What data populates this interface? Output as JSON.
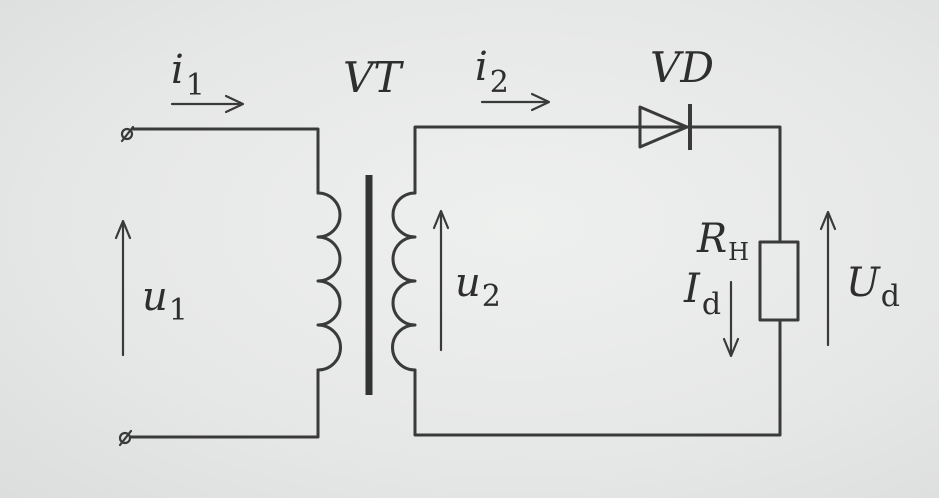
{
  "labels": {
    "i1": {
      "main": "i",
      "sub": "1"
    },
    "vt": "VT",
    "i2": {
      "main": "i",
      "sub": "2"
    },
    "vd": "VD",
    "u1": {
      "main": "u",
      "sub": "1"
    },
    "u2": {
      "main": "u",
      "sub": "2"
    },
    "rh": {
      "main": "R",
      "sub": "Н"
    },
    "id": {
      "main": "I",
      "sub": "d"
    },
    "ud": {
      "main": "U",
      "sub": "d"
    }
  }
}
